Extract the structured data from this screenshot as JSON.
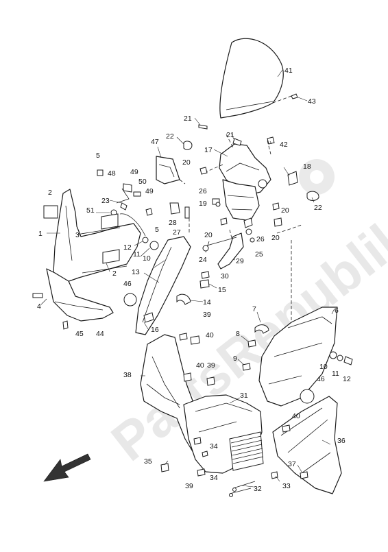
{
  "watermark": {
    "text": "PartsRepublik"
  },
  "callouts": [
    {
      "id": "c41",
      "label": "41"
    },
    {
      "id": "c43",
      "label": "43"
    },
    {
      "id": "c21a",
      "label": "21"
    },
    {
      "id": "c21b",
      "label": "21"
    },
    {
      "id": "c42",
      "label": "42"
    },
    {
      "id": "c22a",
      "label": "22"
    },
    {
      "id": "c17",
      "label": "17"
    },
    {
      "id": "c47",
      "label": "47"
    },
    {
      "id": "c5a",
      "label": "5"
    },
    {
      "id": "c20a",
      "label": "20"
    },
    {
      "id": "c18",
      "label": "18"
    },
    {
      "id": "c48",
      "label": "48"
    },
    {
      "id": "c49a",
      "label": "49"
    },
    {
      "id": "c50",
      "label": "50"
    },
    {
      "id": "c49b",
      "label": "49"
    },
    {
      "id": "c26a",
      "label": "26"
    },
    {
      "id": "c2a",
      "label": "2"
    },
    {
      "id": "c23",
      "label": "23"
    },
    {
      "id": "c19",
      "label": "19"
    },
    {
      "id": "c22b",
      "label": "22"
    },
    {
      "id": "c51",
      "label": "51"
    },
    {
      "id": "c28",
      "label": "28"
    },
    {
      "id": "c5b",
      "label": "5"
    },
    {
      "id": "c20b",
      "label": "20"
    },
    {
      "id": "c3",
      "label": "3"
    },
    {
      "id": "c27",
      "label": "27"
    },
    {
      "id": "c1",
      "label": "1"
    },
    {
      "id": "c26b",
      "label": "26"
    },
    {
      "id": "c20c",
      "label": "20"
    },
    {
      "id": "c20d",
      "label": "20"
    },
    {
      "id": "c12a",
      "label": "12"
    },
    {
      "id": "c11a",
      "label": "11"
    },
    {
      "id": "c10a",
      "label": "10"
    },
    {
      "id": "c25",
      "label": "25"
    },
    {
      "id": "c24",
      "label": "24"
    },
    {
      "id": "c29",
      "label": "29"
    },
    {
      "id": "c2b",
      "label": "2"
    },
    {
      "id": "c13",
      "label": "13"
    },
    {
      "id": "c30",
      "label": "30"
    },
    {
      "id": "c46a",
      "label": "46"
    },
    {
      "id": "c15",
      "label": "15"
    },
    {
      "id": "c4",
      "label": "4"
    },
    {
      "id": "c14",
      "label": "14"
    },
    {
      "id": "c6",
      "label": "6"
    },
    {
      "id": "c7",
      "label": "7"
    },
    {
      "id": "c39a",
      "label": "39"
    },
    {
      "id": "c16",
      "label": "16"
    },
    {
      "id": "c45",
      "label": "45"
    },
    {
      "id": "c44",
      "label": "44"
    },
    {
      "id": "c40a",
      "label": "40"
    },
    {
      "id": "c8",
      "label": "8"
    },
    {
      "id": "c9",
      "label": "9"
    },
    {
      "id": "c10b",
      "label": "10"
    },
    {
      "id": "c11b",
      "label": "11"
    },
    {
      "id": "c12b",
      "label": "12"
    },
    {
      "id": "c40b",
      "label": "40"
    },
    {
      "id": "c39b",
      "label": "39"
    },
    {
      "id": "c38",
      "label": "38"
    },
    {
      "id": "c46b",
      "label": "46"
    },
    {
      "id": "c31",
      "label": "31"
    },
    {
      "id": "c40c",
      "label": "40"
    },
    {
      "id": "c36",
      "label": "36"
    },
    {
      "id": "c34a",
      "label": "34"
    },
    {
      "id": "c35",
      "label": "35"
    },
    {
      "id": "c34b",
      "label": "34"
    },
    {
      "id": "c37",
      "label": "37"
    },
    {
      "id": "c39c",
      "label": "39"
    },
    {
      "id": "c32",
      "label": "32"
    },
    {
      "id": "c33",
      "label": "33"
    }
  ]
}
